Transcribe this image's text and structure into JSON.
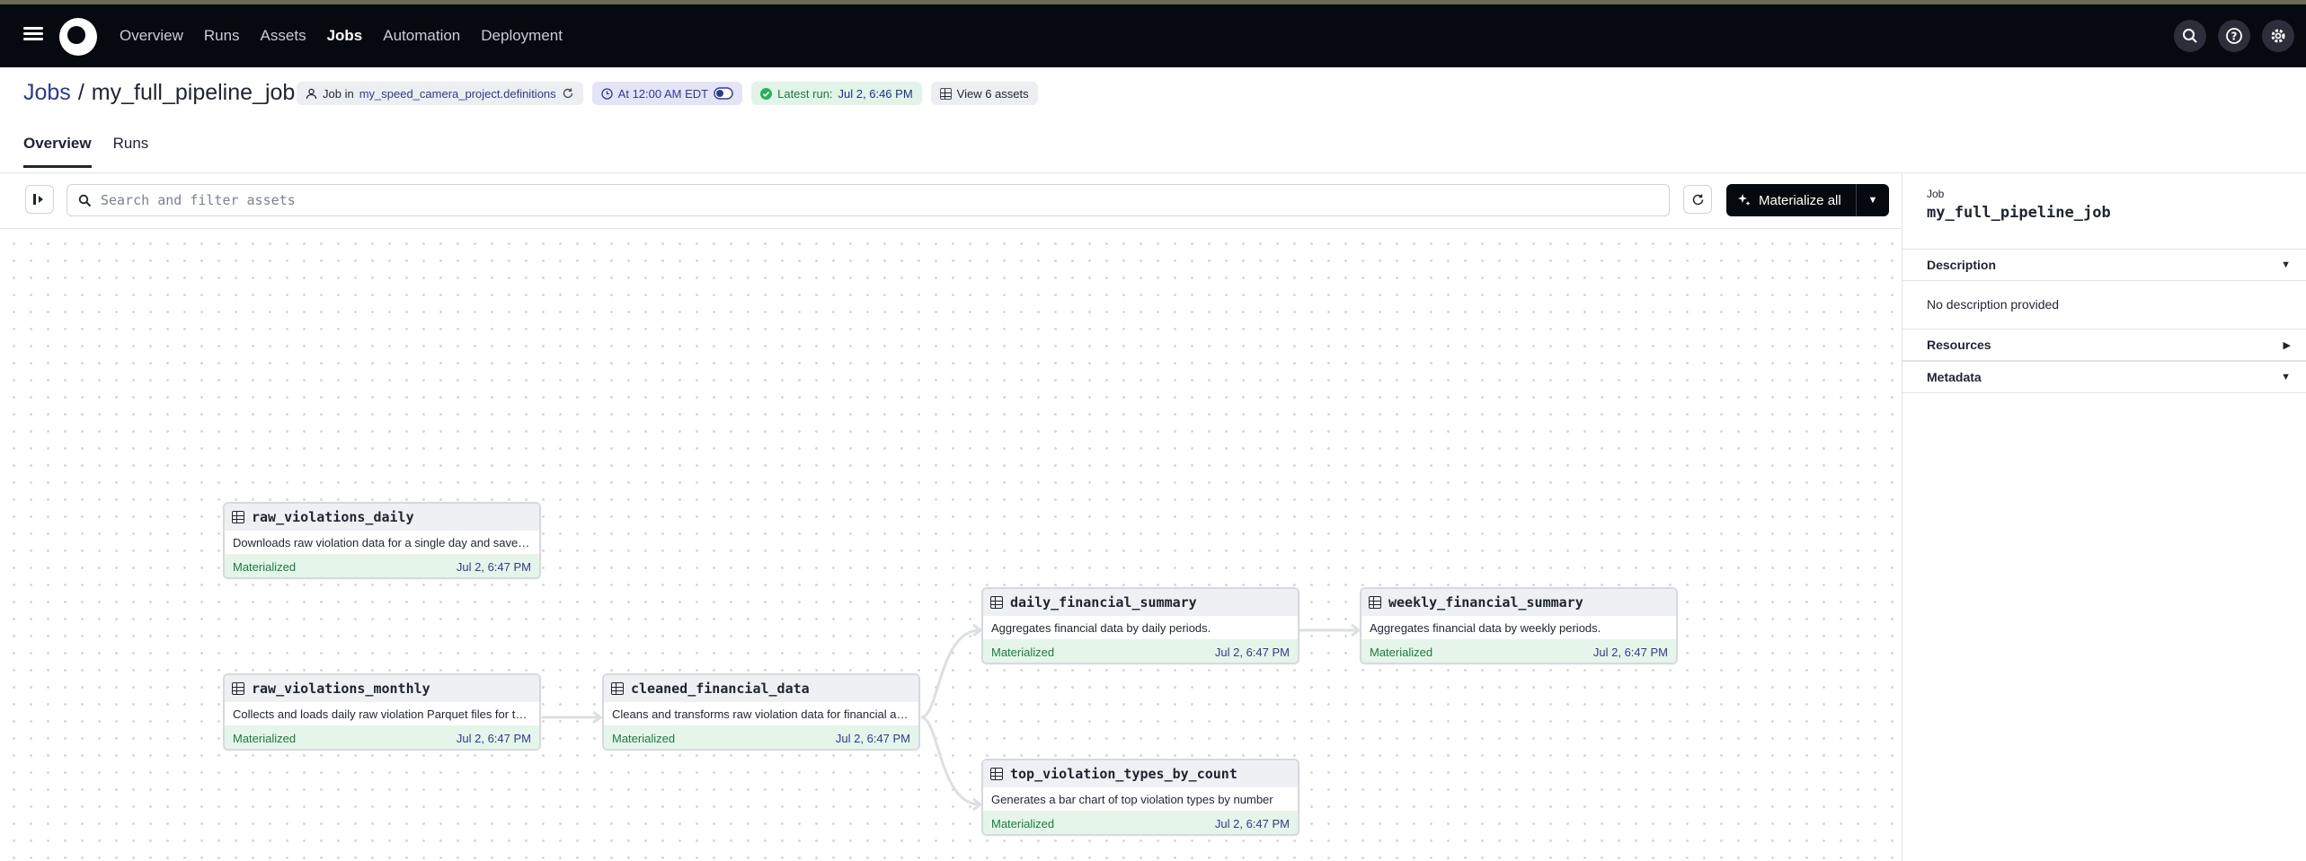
{
  "nav": {
    "items": [
      "Overview",
      "Runs",
      "Assets",
      "Jobs",
      "Automation",
      "Deployment"
    ],
    "active": "Jobs"
  },
  "header": {
    "breadcrumb_root": "Jobs",
    "separator": "/",
    "job_name": "my_full_pipeline_job",
    "tag_job_prefix": "Job in",
    "tag_job_location": "my_speed_camera_project.definitions",
    "tag_schedule": "At 12:00 AM EDT",
    "tag_latest_label": "Latest run:",
    "tag_latest_value": "Jul 2, 6:46 PM",
    "tag_assets": "View 6 assets",
    "tabs": [
      "Overview",
      "Runs"
    ]
  },
  "toolbar": {
    "search_placeholder": "Search and filter assets",
    "materialize_label": "Materialize all"
  },
  "nodes": [
    {
      "name": "raw_violations_daily",
      "description": "Downloads raw violation data for a single day and saves it",
      "status": "Materialized",
      "time": "Jul 2, 6:47 PM"
    },
    {
      "name": "raw_violations_monthly",
      "description": "Collects and loads daily raw violation Parquet files for the month",
      "status": "Materialized",
      "time": "Jul 2, 6:47 PM"
    },
    {
      "name": "cleaned_financial_data",
      "description": "Cleans and transforms raw violation data for financial analysis",
      "status": "Materialized",
      "time": "Jul 2, 6:47 PM"
    },
    {
      "name": "daily_financial_summary",
      "description": "Aggregates financial data by daily periods.",
      "status": "Materialized",
      "time": "Jul 2, 6:47 PM"
    },
    {
      "name": "weekly_financial_summary",
      "description": "Aggregates financial data by weekly periods.",
      "status": "Materialized",
      "time": "Jul 2, 6:47 PM"
    },
    {
      "name": "top_violation_types_by_count",
      "description": "Generates a bar chart of top violation types by number",
      "status": "Materialized",
      "time": "Jul 2, 6:47 PM"
    }
  ],
  "panel": {
    "label": "Job",
    "title": "my_full_pipeline_job",
    "sections": [
      "Description",
      "Resources",
      "Metadata"
    ],
    "description_text": "No description provided"
  },
  "colors": {
    "topbar": "#06090f",
    "link": "#313a8a",
    "materialized": "#1d7a3f",
    "materialized_bg": "#e5f5ea"
  }
}
